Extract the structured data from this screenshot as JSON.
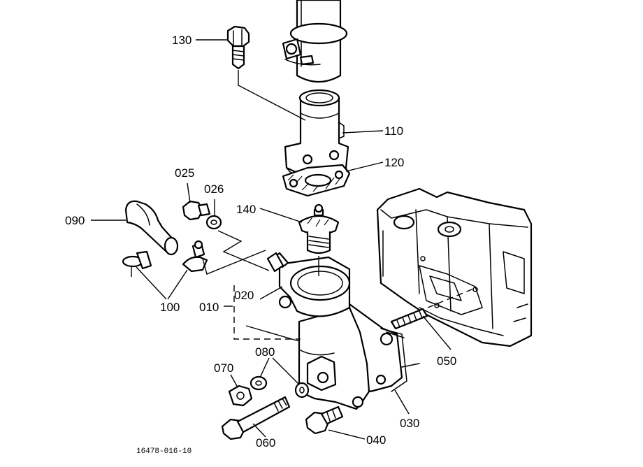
{
  "diagram": {
    "drawing_number": "16478-016-10",
    "labels": {
      "p010": "010",
      "p020": "020",
      "p025": "025",
      "p026": "026",
      "p030": "030",
      "p040": "040",
      "p050": "050",
      "p060": "060",
      "p070": "070",
      "p080": "080",
      "p090": "090",
      "p100": "100",
      "p110": "110",
      "p120": "120",
      "p130": "130",
      "p140": "140"
    }
  }
}
